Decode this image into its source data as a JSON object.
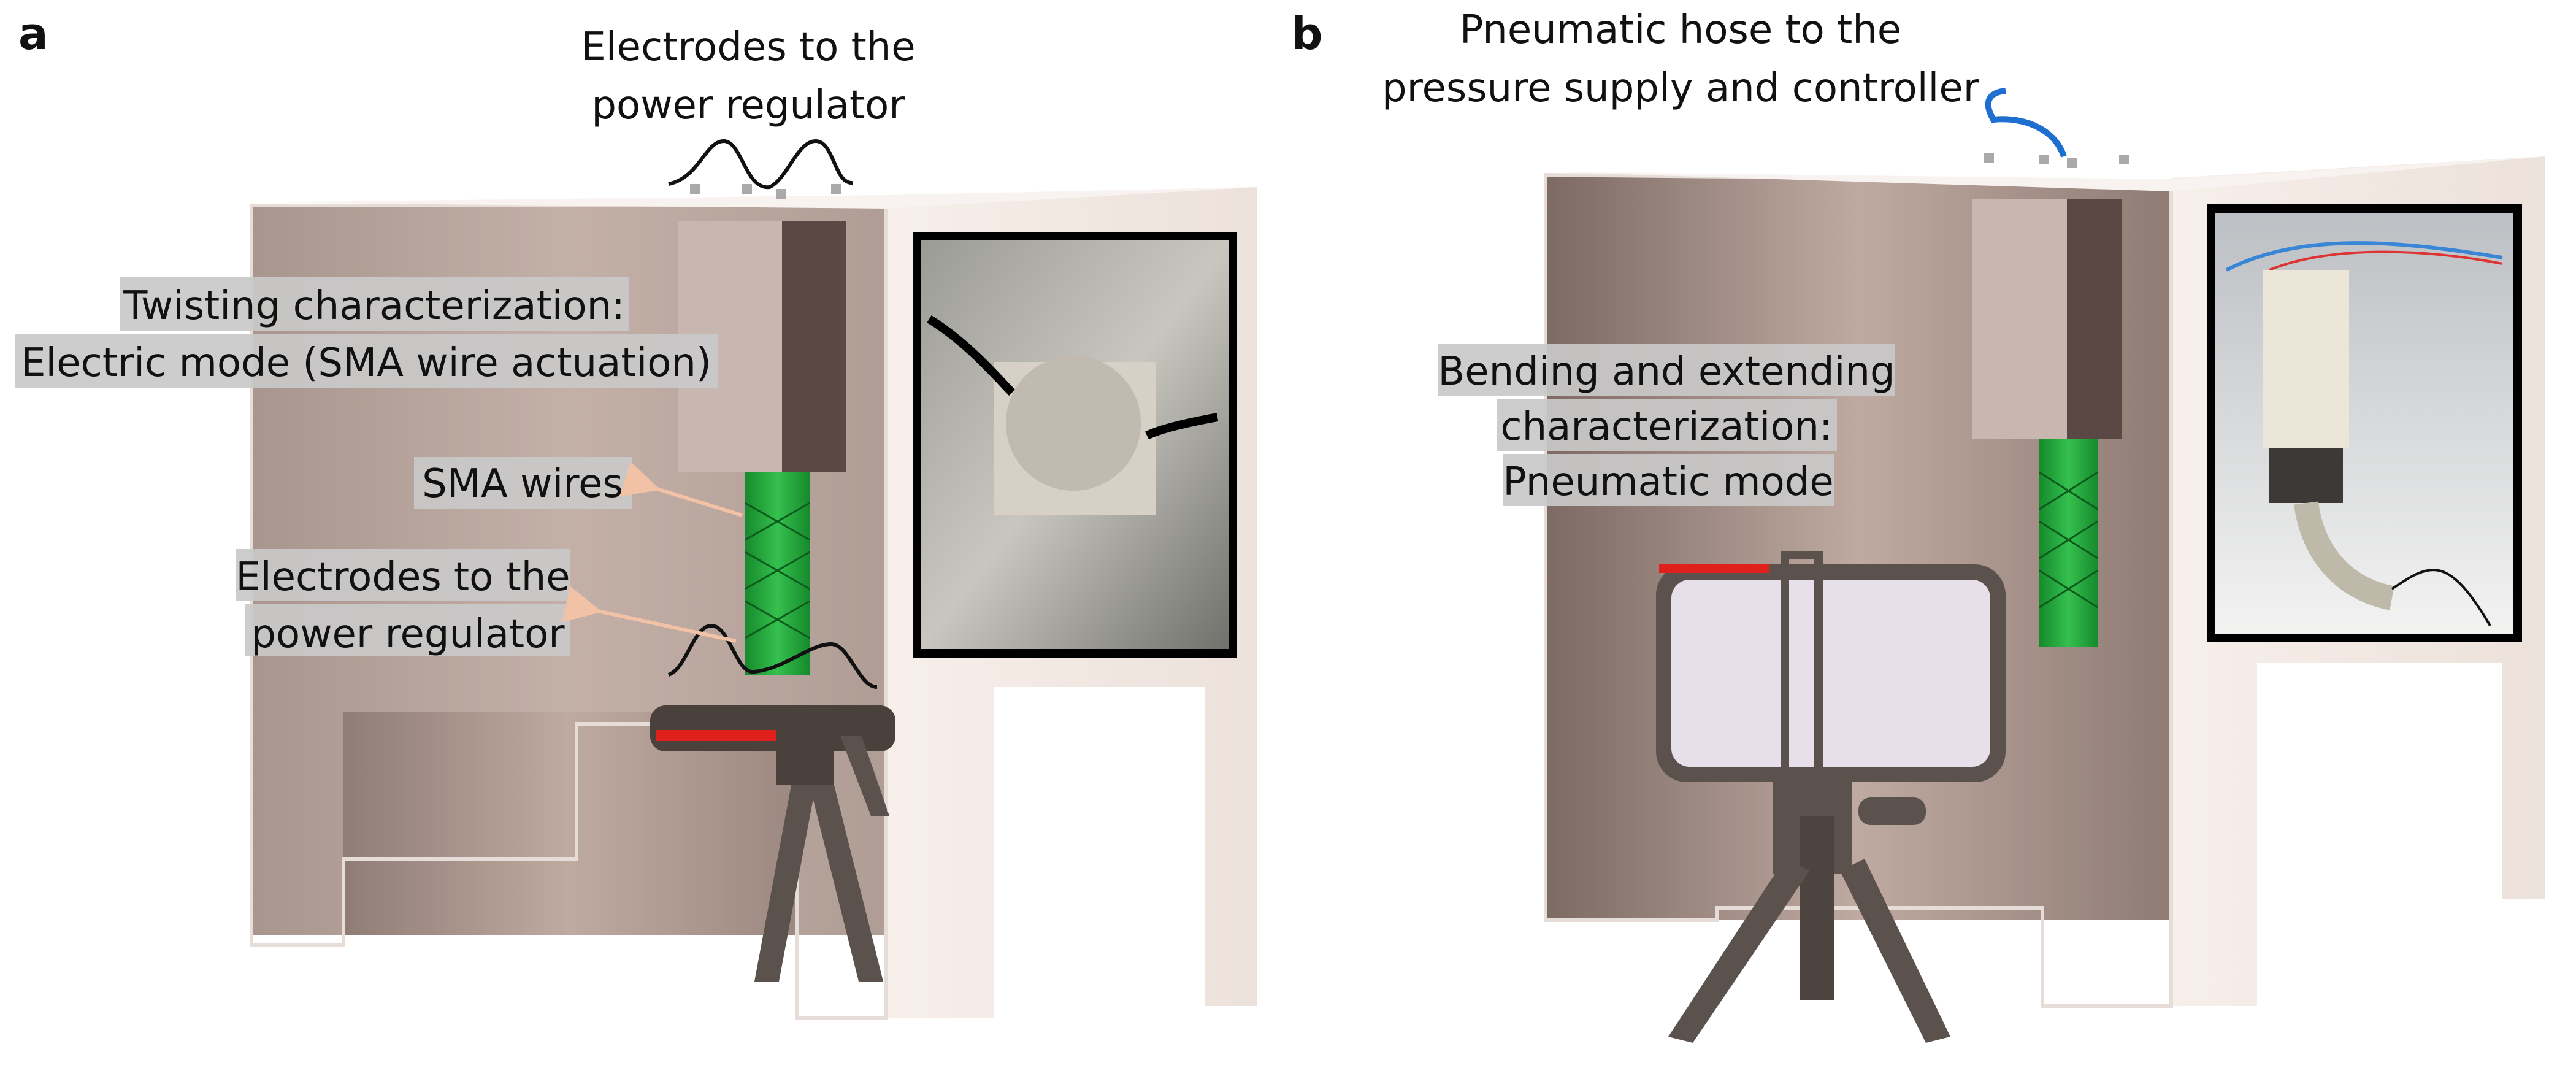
{
  "panels": {
    "a": {
      "letter": "a",
      "top_label_line1": "Electrodes to the",
      "top_label_line2": "power regulator",
      "twist_label_line1": "Twisting characterization:",
      "twist_label_line2": "Electric mode (SMA wire actuation)",
      "sma_label": "SMA wires",
      "electrode_label_line1": "Electrodes to the",
      "electrode_label_line2": "power regulator"
    },
    "b": {
      "letter": "b",
      "hose_label_line1": "Pneumatic hose to the",
      "hose_label_line2": "pressure supply and controller",
      "bend_label_line1": "Bending and extending",
      "bend_label_line2": "characterization:",
      "bend_label_line3": "Pneumatic mode"
    }
  },
  "colors": {
    "enclosure": "#f4ece8",
    "enclosure_inner": "#a89088",
    "actuator_green": "#22a63a",
    "mount": "#d8cfcb",
    "tripod": "#5c524d",
    "hose": "#1f6fd1",
    "red_marker": "#e0201a",
    "arrow": "#f2c2a6",
    "label_bg": "#c9c9c9"
  }
}
